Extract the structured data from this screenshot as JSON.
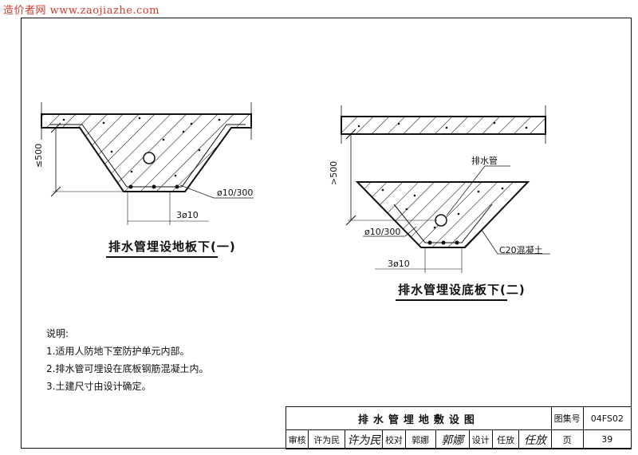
{
  "watermark": "造价者网 www.zaojiazhe.com",
  "figure1": {
    "caption": "排水管埋设地板下(一)",
    "dim_depth": "≤500",
    "rebar_label": "ø10/300",
    "bottom_bars": "3ø10"
  },
  "figure2": {
    "caption": "排水管埋设底板下(二)",
    "dim_depth": ">500",
    "pipe_label": "排水管",
    "rebar_label": "ø10/300",
    "bottom_bars": "3ø10",
    "concrete_label": "C20混凝土"
  },
  "notes": {
    "heading": "说明:",
    "items": [
      "1.适用人防地下室防护单元内部。",
      "2.排水管可埋设在底板钢筋混凝土内。",
      "3.土建尺寸由设计确定。"
    ]
  },
  "title_block": {
    "title": "排水管埋地敷设图",
    "atlas_no_label": "图集号",
    "atlas_no": "04FS02",
    "review_label": "审核",
    "reviewer": "许为民",
    "reviewer_sig": "许为民",
    "check_label": "校对",
    "checker": "郭娜",
    "checker_sig": "郭娜",
    "design_label": "设计",
    "designer": "任放",
    "designer_sig": "任放",
    "page_label": "页",
    "page_no": "39"
  }
}
